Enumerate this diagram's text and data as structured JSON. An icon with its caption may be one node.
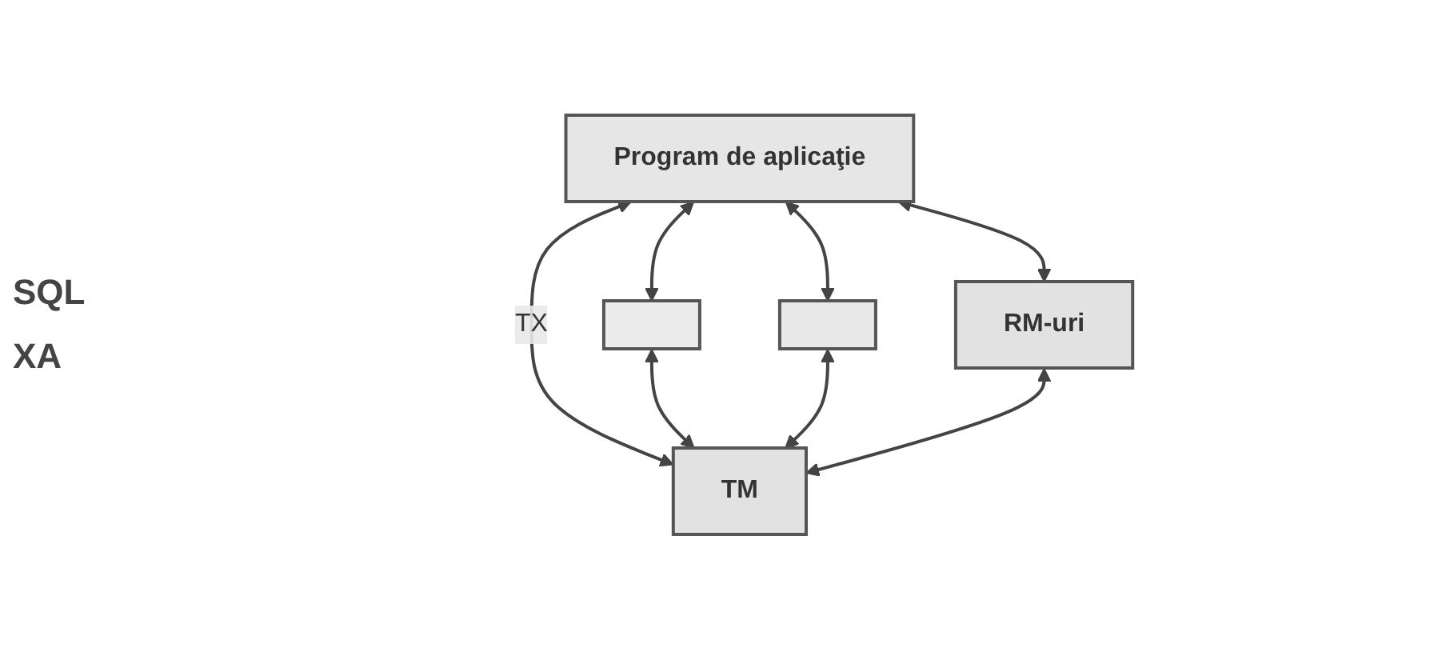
{
  "diagram": {
    "nodes": [
      {
        "text": [
          "Program de aplicaţie"
        ]
      },
      {
        "text": [],
        "shape": "box"
      },
      {
        "text": [],
        "shape": "box"
      },
      {
        "text": [
          "RM-uri"
        ]
      },
      {
        "text": [
          "TM"
        ]
      }
    ],
    "edges": [
      {
        "from": 0,
        "to": 3,
        "arrow": "both"
      },
      {
        "from": 0,
        "to": 2,
        "arrow": "both"
      },
      {
        "from": 0,
        "to": 1,
        "arrow": "both"
      },
      {
        "from": 0,
        "to": 4,
        "arrow": "both",
        "label": "TX"
      },
      {
        "from": 1,
        "to": 4,
        "arrow": "both"
      },
      {
        "from": 2,
        "to": 4,
        "arrow": "both"
      },
      {
        "from": 3,
        "to": 4,
        "arrow": "both"
      }
    ],
    "labels": [
      "SQL",
      "XA"
    ]
  }
}
